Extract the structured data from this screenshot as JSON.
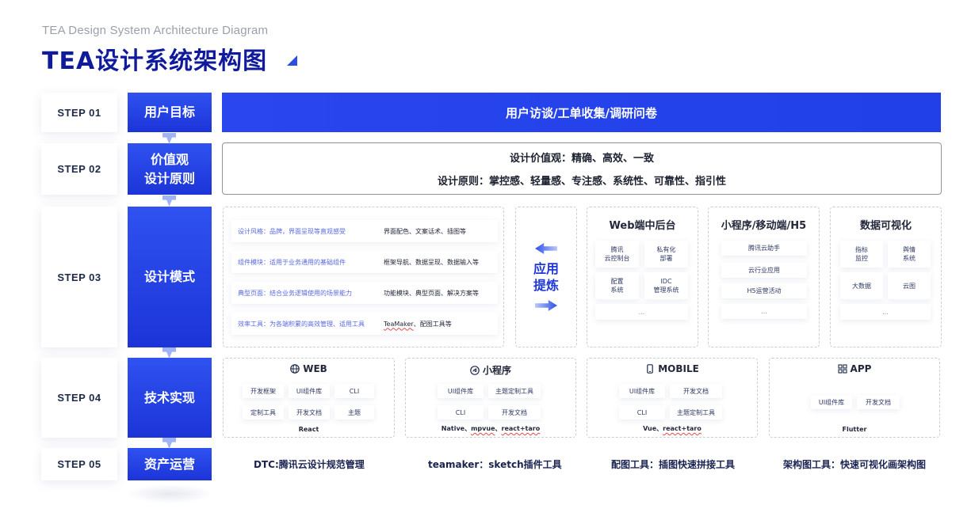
{
  "header": {
    "subtitle": "TEA Design System Architecture Diagram",
    "title": "TEA设计系统架构图"
  },
  "colors": {
    "primary": "#1f3ae6",
    "title": "#0f1a9c",
    "link": "#5a6ae0",
    "dash": "#c9ced9"
  },
  "steps": [
    {
      "label": "STEP 01",
      "name": "用户目标"
    },
    {
      "label": "STEP 02",
      "name_lines": [
        "价值观",
        "设计原则"
      ]
    },
    {
      "label": "STEP 03",
      "name": "设计模式"
    },
    {
      "label": "STEP 04",
      "name": "技术实现"
    },
    {
      "label": "STEP 05",
      "name": "资产运营"
    }
  ],
  "step1": {
    "banner": "用户访谈/工单收集/调研问卷"
  },
  "step2": {
    "values": "设计价值观：精确、高效、一致",
    "principles": "设计原则：掌控感、轻量感、专注感、系统性、可靠性、指引性"
  },
  "step3": {
    "modes": [
      {
        "left": "设计风格：品牌，界面呈现等直观感受",
        "right": "界面配色、文案话术、插图等"
      },
      {
        "left": "组件模块：适用于业务通用的基础组件",
        "right": "框架导航、数据呈现、数据输入等"
      },
      {
        "left": "典型页面：结合业务逻辑使用的场景能力",
        "right": "功能模块、典型页面、解决方案等"
      },
      {
        "left": "效率工具：为各端积累的高效管理、适用工具",
        "right_a": "TeaMaker",
        "right_b": "、配图工具等"
      }
    ],
    "apply": {
      "line1": "应用",
      "line2": "提炼"
    },
    "columns": [
      {
        "title": "Web端中后台",
        "chips": [
          "腾讯\n云控制台",
          "私有化\n部署",
          "配置\n系统",
          "IDC\n管理系统"
        ],
        "more": "..."
      },
      {
        "title": "小程序/移动端/H5",
        "chips": [
          "腾讯云助手",
          "云行业应用",
          "H5运营活动"
        ],
        "more": "..."
      },
      {
        "title": "数据可视化",
        "chips": [
          "指标\n监控",
          "舆情\n系统",
          "大数据",
          "云图"
        ],
        "more": "..."
      }
    ]
  },
  "step4": {
    "platforms": [
      {
        "title": "WEB",
        "icon": "globe-icon",
        "chips": [
          "开发框架",
          "UI组件库",
          "CLI",
          "定制工具",
          "开发文档",
          "主题"
        ],
        "foot": "React"
      },
      {
        "title": "小程序",
        "icon": "miniprogram-icon",
        "chips": [
          "UI组件库",
          "主题定制工具",
          "CLI",
          "开发文档"
        ],
        "foot_a": "Native、",
        "foot_b": "mpvue",
        "foot_c": "、",
        "foot_d": "react+taro"
      },
      {
        "title": "MOBILE",
        "icon": "phone-icon",
        "chips": [
          "UI组件库",
          "开发文档",
          "CLI",
          "主题定制工具"
        ],
        "foot_a": "Vue、",
        "foot_b": "react+taro"
      },
      {
        "title": "APP",
        "icon": "grid-icon",
        "chips": [
          "UI组件库",
          "开发文档"
        ],
        "foot": "Flutter"
      }
    ]
  },
  "step5": {
    "tools": [
      "DTC:腾讯云设计规范管理",
      "teamaker：sketch插件工具",
      "配图工具：插图快速拼接工具",
      "架构图工具：快速可视化画架构图"
    ]
  }
}
